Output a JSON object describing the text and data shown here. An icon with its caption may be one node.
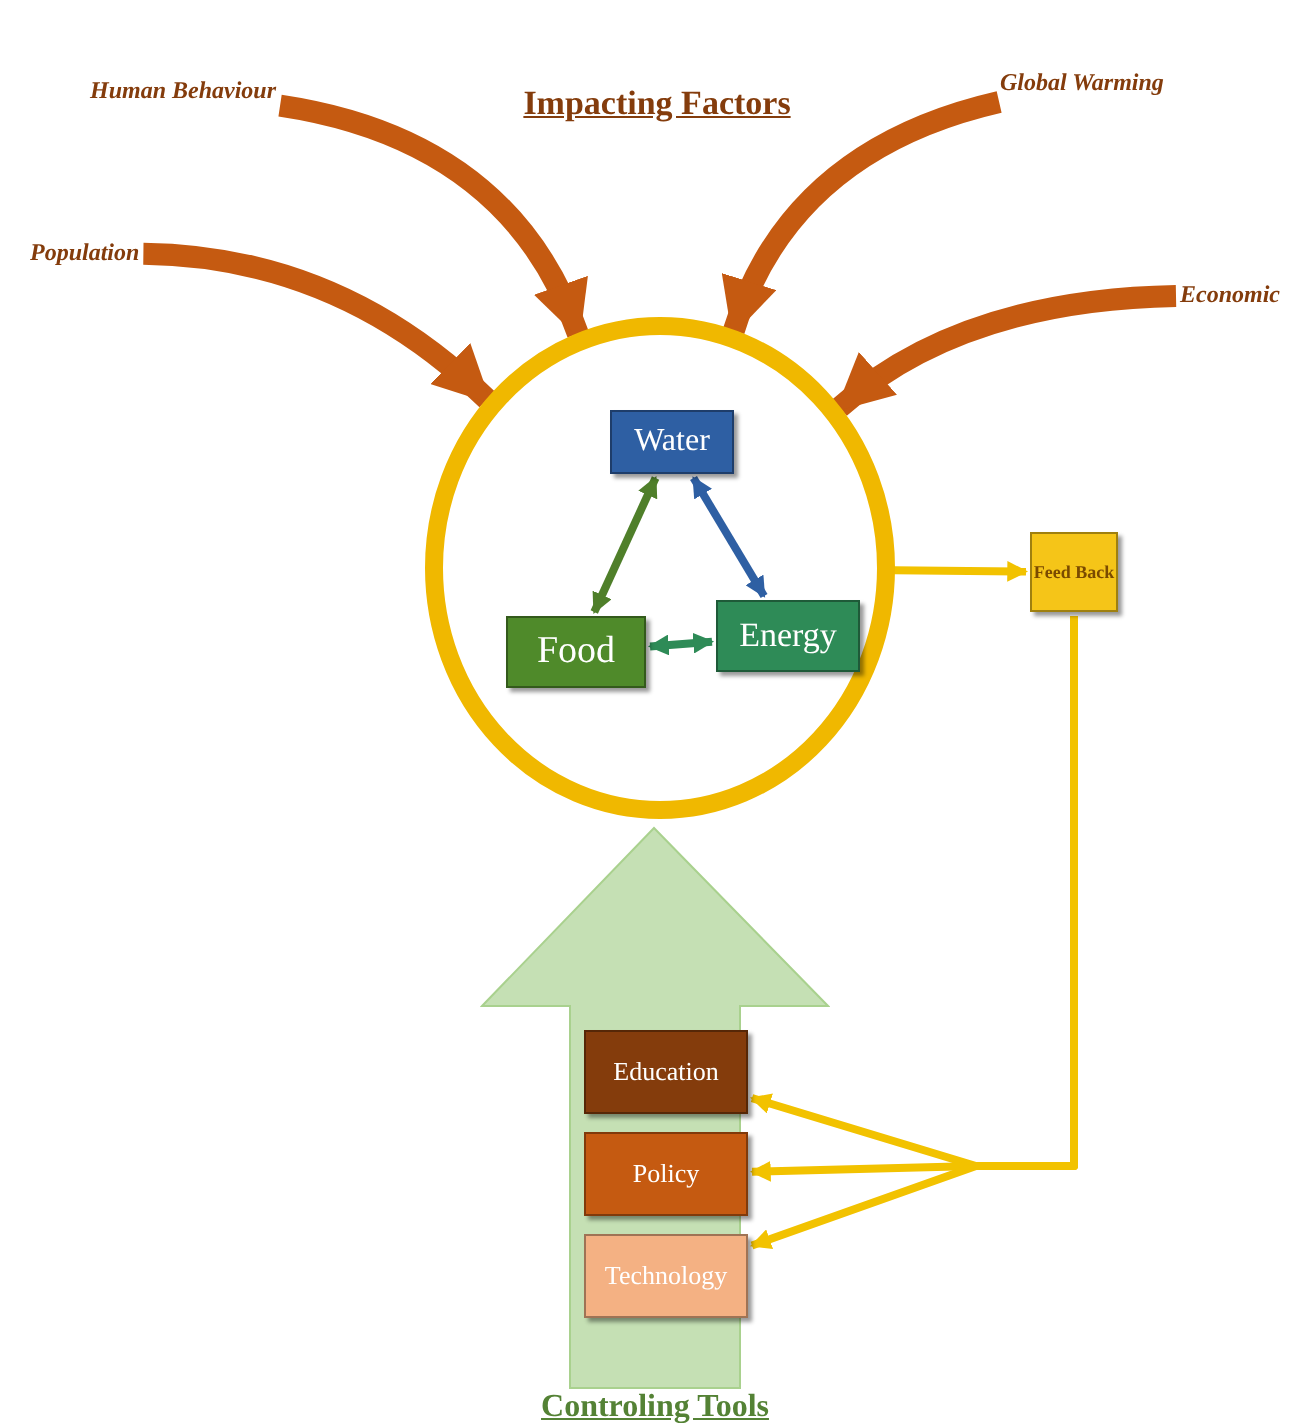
{
  "diagram": {
    "title": "Impacting Factors",
    "nodes": [
      {
        "text": [
          "Human Behaviour"
        ]
      },
      {
        "text": [
          "Population"
        ]
      },
      {
        "text": [
          "Global Warming"
        ]
      },
      {
        "text": [
          "Economic"
        ]
      },
      {
        "text": [],
        "shape": "circle"
      },
      {
        "text": [
          "Water"
        ],
        "in": 4
      },
      {
        "text": [
          "Food"
        ],
        "in": 4
      },
      {
        "text": [
          "Energy"
        ],
        "in": 4
      },
      {
        "text": [
          "Feed Back"
        ]
      },
      {
        "text": [
          "Controling Tools"
        ]
      },
      {
        "text": [
          "Education"
        ],
        "in": 9
      },
      {
        "text": [
          "Policy"
        ],
        "in": 9
      },
      {
        "text": [
          "Technology"
        ],
        "in": 9
      }
    ],
    "edges": [
      {
        "from": 0,
        "to": 4,
        "arrow": "to",
        "style": "thick"
      },
      {
        "from": 1,
        "to": 4,
        "arrow": "to",
        "style": "thick"
      },
      {
        "from": 2,
        "to": 4,
        "arrow": "to",
        "style": "thick"
      },
      {
        "from": 3,
        "to": 4,
        "arrow": "to",
        "style": "thick"
      },
      {
        "from": 5,
        "to": 6,
        "arrow": "both",
        "color": "#4f7f2a"
      },
      {
        "from": 5,
        "to": 7,
        "arrow": "both",
        "color": "#2e5fa3"
      },
      {
        "from": 6,
        "to": 7,
        "arrow": "both",
        "color": "#2e8b57"
      },
      {
        "from": 4,
        "to": 8,
        "arrow": "to",
        "color": "#f2c200"
      },
      {
        "from": 8,
        "to": 10,
        "arrow": "to",
        "color": "#f2c200"
      },
      {
        "from": 8,
        "to": 11,
        "arrow": "to",
        "color": "#f2c200"
      },
      {
        "from": 8,
        "to": 12,
        "arrow": "to",
        "color": "#f2c200"
      }
    ]
  }
}
